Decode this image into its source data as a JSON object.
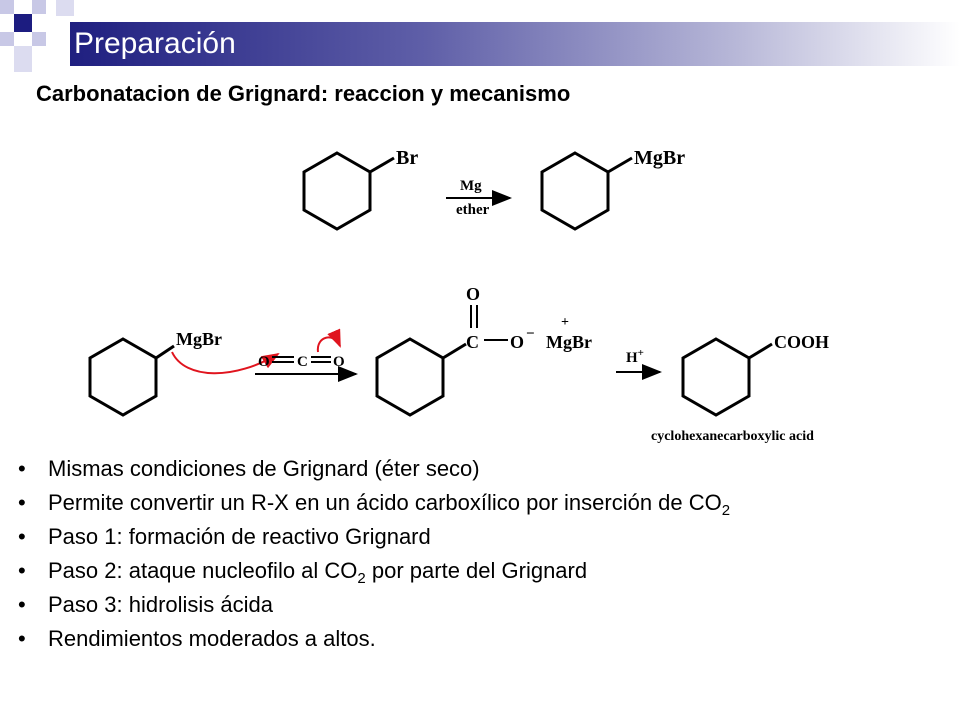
{
  "header": {
    "title": "Preparación",
    "subtitle": "Carbonatacion de Grignard: reaccion y mecanismo"
  },
  "scheme": {
    "reaction1": {
      "reactant_group": "Br",
      "reagent_top": "Mg",
      "reagent_bottom": "ether",
      "product_group": "MgBr"
    },
    "reaction2": {
      "reactant_group": "MgBr",
      "co2_o1": "O",
      "co2_c": "C",
      "co2_o2": "O",
      "int_carbonyl_o": "O",
      "int_c": "C",
      "int_o": "O",
      "int_minus": "−",
      "counter_plus": "+",
      "counter_ion": "MgBr",
      "acid_reagent": "H",
      "acid_plus": "+",
      "product_group": "COOH",
      "product_name": "cyclohexanecarboxylic acid"
    }
  },
  "bullets": {
    "marker": "•",
    "b1": "Mismas condiciones de Grignard (éter seco)",
    "b2": "Permite convertir un R-X en un ácido carboxílico por inserción de CO",
    "b2_sub": "2",
    "b3": "Paso 1: formación de reactivo Grignard",
    "b4_pre": "Paso 2: ataque nucleofilo al CO",
    "b4_sub": "2",
    "b4_post": " por parte del Grignard",
    "b5": "Paso 3: hidrolisis ácida",
    "b6": "Rendimientos moderados a altos."
  },
  "colors": {
    "title_bar_dark": "#1f1f80",
    "curved_arrow": "#e0141e"
  }
}
